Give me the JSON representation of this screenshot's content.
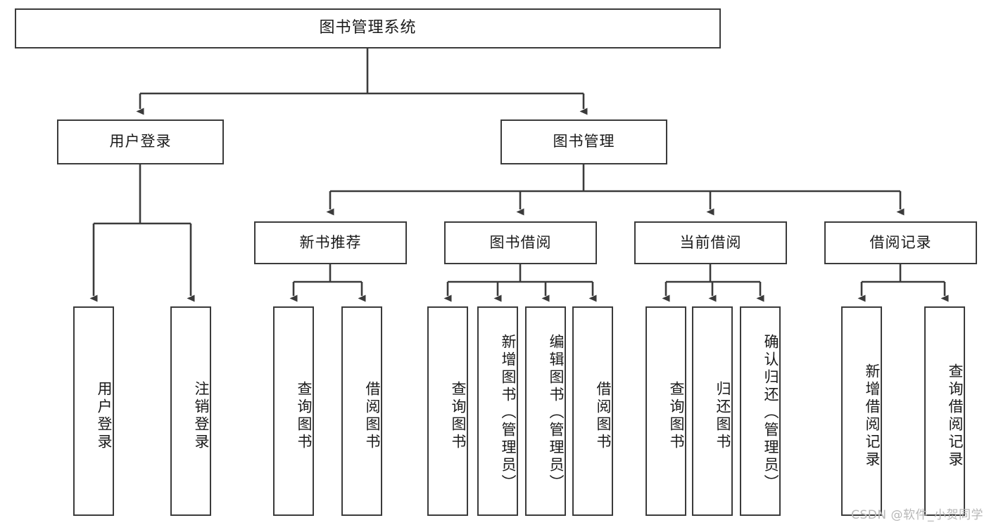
{
  "diagram": {
    "title": "图书管理系统",
    "type": "hierarchy-tree",
    "watermark": "CSDN @软件_小贺同学",
    "colors": {
      "stroke": "#3b3b3b",
      "fill": "#ffffff",
      "text": "#1a1a1a",
      "watermark": "#b7b7b7"
    },
    "nodes": {
      "root": {
        "label": "图书管理系统",
        "level": 0,
        "orientation": "horizontal"
      },
      "l1": [
        {
          "id": "user-login",
          "label": "用户登录",
          "level": 1,
          "orientation": "horizontal"
        },
        {
          "id": "book-manage",
          "label": "图书管理",
          "level": 1,
          "orientation": "horizontal"
        }
      ],
      "l2": [
        {
          "id": "new-book-recommend",
          "label": "新书推荐",
          "level": 2,
          "orientation": "horizontal",
          "parent": "book-manage"
        },
        {
          "id": "book-borrow",
          "label": "图书借阅",
          "level": 2,
          "orientation": "horizontal",
          "parent": "book-manage"
        },
        {
          "id": "current-borrow",
          "label": "当前借阅",
          "level": 2,
          "orientation": "horizontal",
          "parent": "book-manage"
        },
        {
          "id": "borrow-record",
          "label": "借阅记录",
          "level": 2,
          "orientation": "horizontal",
          "parent": "book-manage"
        }
      ],
      "leaves": [
        {
          "id": "leaf-user-login",
          "label": "用户登录",
          "parent": "user-login",
          "orientation": "vertical"
        },
        {
          "id": "leaf-user-logout",
          "label": "注销登录",
          "parent": "user-login",
          "orientation": "vertical"
        },
        {
          "id": "leaf-rec-query-book",
          "label": "查询图书",
          "parent": "new-book-recommend",
          "orientation": "vertical"
        },
        {
          "id": "leaf-rec-borrow-book",
          "label": "借阅图书",
          "parent": "new-book-recommend",
          "orientation": "vertical"
        },
        {
          "id": "leaf-borrow-query-book",
          "label": "查询图书",
          "parent": "book-borrow",
          "orientation": "vertical"
        },
        {
          "id": "leaf-borrow-add-book",
          "label": "新增图书（管理员）",
          "parent": "book-borrow",
          "orientation": "vertical"
        },
        {
          "id": "leaf-borrow-edit-book",
          "label": "编辑图书（管理员）",
          "parent": "book-borrow",
          "orientation": "vertical"
        },
        {
          "id": "leaf-borrow-borrow-book",
          "label": "借阅图书",
          "parent": "book-borrow",
          "orientation": "vertical"
        },
        {
          "id": "leaf-current-query-book",
          "label": "查询图书",
          "parent": "current-borrow",
          "orientation": "vertical"
        },
        {
          "id": "leaf-current-return-book",
          "label": "归还图书",
          "parent": "current-borrow",
          "orientation": "vertical"
        },
        {
          "id": "leaf-current-confirm-return",
          "label": "确认归还（管理员）",
          "parent": "current-borrow",
          "orientation": "vertical"
        },
        {
          "id": "leaf-record-add",
          "label": "新增借阅记录",
          "parent": "borrow-record",
          "orientation": "vertical"
        },
        {
          "id": "leaf-record-query",
          "label": "查询借阅记录",
          "parent": "borrow-record",
          "orientation": "vertical"
        }
      ]
    }
  }
}
